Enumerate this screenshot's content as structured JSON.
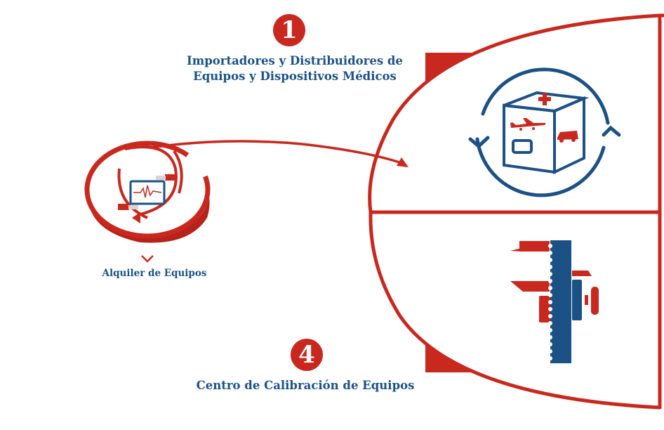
{
  "colors": {
    "red": "#c8281e",
    "blue": "#1c5186",
    "background": "#ffffff"
  },
  "steps": [
    {
      "number": "1",
      "title_line1": "Importadores y Distribuidores de",
      "title_line2": "Equipos y Dispositivos Médicos",
      "icon": "medical-box-shipping-cycle-icon"
    },
    {
      "number": "4",
      "title": "Centro de Calibración de Equipos",
      "icon": "caliper-calibration-icon"
    }
  ],
  "rental": {
    "label": "Alquiler de Equipos",
    "icon": "monitor-rental-cycle-icon",
    "indicator_icon": "chevron-down-icon"
  },
  "connector": {
    "icon": "curved-arrow-icon"
  }
}
